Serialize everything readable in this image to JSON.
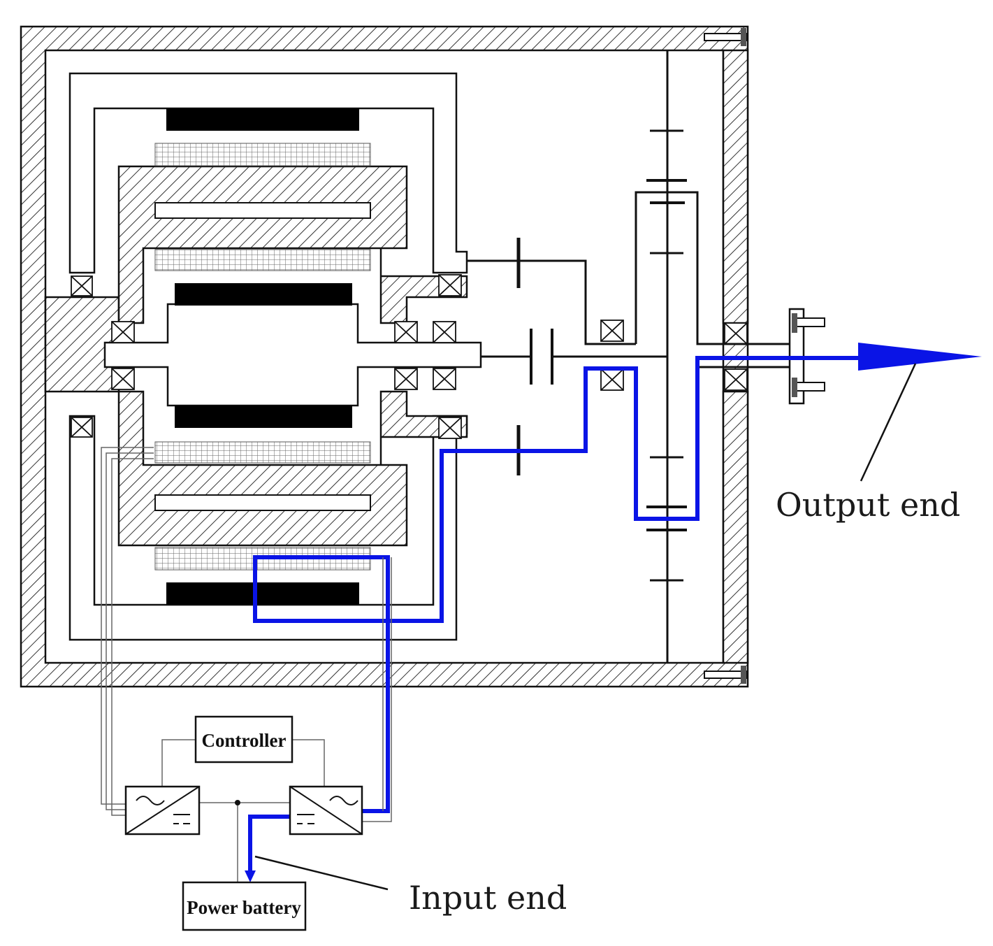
{
  "labels": {
    "output_end": "Output end",
    "input_end": "Input end",
    "controller": "Controller",
    "power_battery": "Power battery"
  },
  "colors": {
    "power_flow": "#0a14e6",
    "outline": "#111111",
    "hatch": "#333333",
    "background": "#ffffff",
    "magnet": "#000000"
  },
  "icons": {
    "inverter_left": "ac-dc-converter-icon",
    "inverter_right": "dc-ac-converter-icon",
    "bearing": "bearing-cross-icon",
    "arrow": "arrow-right-icon"
  }
}
